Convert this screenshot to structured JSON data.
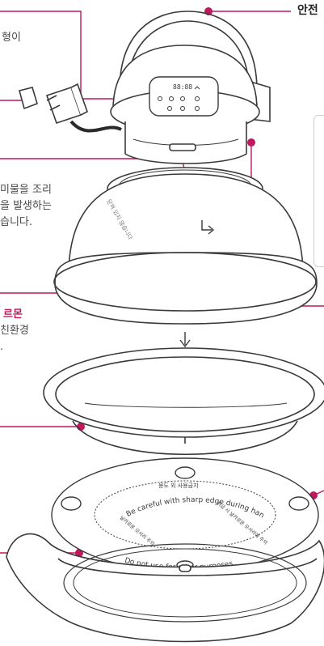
{
  "colors": {
    "accent": "#c0175d",
    "outline": "#3a3a3a",
    "note_text": "#4a4a4a"
  },
  "labels": {
    "top_right_title": "안전",
    "note_top_left": "형이",
    "note_mid_line1": "미물을 조리",
    "note_mid_line2": "을 발생하는",
    "note_mid_line3": "습니다.",
    "accent_title": "르몬",
    "note_low_line1": "친환경",
    "note_low_line2": "."
  },
  "device": {
    "display_time": "88:88",
    "ring_text_top": "Be careful with sharp edge during handling",
    "ring_text_bottom": "Do not use for other purposes",
    "ring_text_inner_top": "용도 외 사용금지",
    "ring_text_inner_left": "날카로운 모서리 주의",
    "ring_text_inner_right": "취급 시 날카로운 모서리에 주의",
    "dome_side_text": "닫혀 있지 않습니다"
  },
  "icons": [
    "plug-icon",
    "down-arrow-icon",
    "right-arrow-icon",
    "callout-dot"
  ]
}
